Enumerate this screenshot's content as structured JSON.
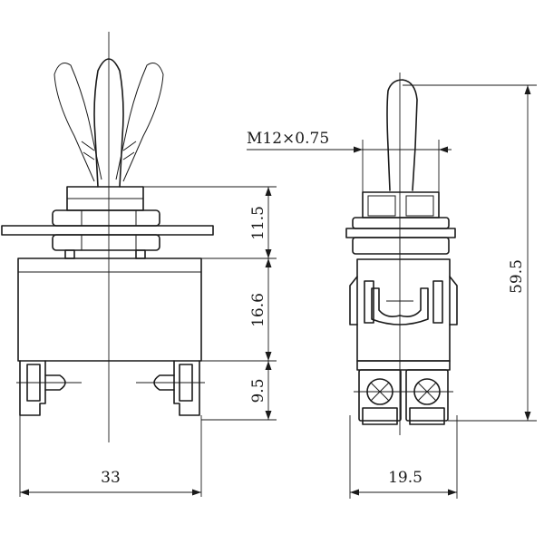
{
  "dimensions": {
    "thread": "M12×0.75",
    "bushing_height": "11.5",
    "body_height": "16.6",
    "terminal_height": "9.5",
    "body_width": "33",
    "side_width": "19.5",
    "overall_height": "59.5"
  }
}
